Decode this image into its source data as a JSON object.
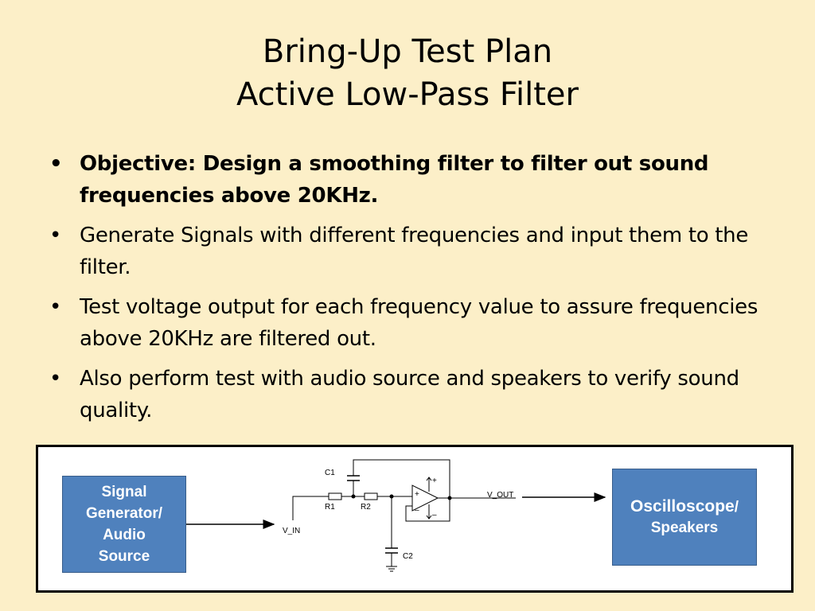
{
  "title": {
    "line1": "Bring-Up Test Plan",
    "line2": "Active Low-Pass Filter"
  },
  "bullets": [
    {
      "text": "Objective: Design a smoothing filter to filter out sound frequencies above 20KHz.",
      "bold": true
    },
    {
      "text": "Generate Signals with different frequencies and input them to the filter.",
      "bold": false
    },
    {
      "text": "Test voltage output for each frequency value to assure frequencies above 20KHz are filtered out.",
      "bold": false
    },
    {
      "text": "Also perform test with audio source and speakers to verify sound quality.",
      "bold": false
    }
  ],
  "bullet_glyph": "•",
  "diagram": {
    "source_box": [
      "Signal",
      "Generator/",
      "Audio",
      "Source"
    ],
    "sink_box": {
      "main": "Oscilloscope",
      "slash": "/",
      "second": "Speakers"
    },
    "labels": {
      "c1": "C1",
      "c2": "C2",
      "r1": "R1",
      "r2": "R2",
      "vin": "V_IN",
      "vout": "V_OUT",
      "plus_in": "+",
      "minus_in": "–",
      "plus_supply": "+",
      "minus_supply": "–"
    },
    "colors": {
      "box_fill": "#4f81bd",
      "background": "#fcefc8"
    }
  }
}
